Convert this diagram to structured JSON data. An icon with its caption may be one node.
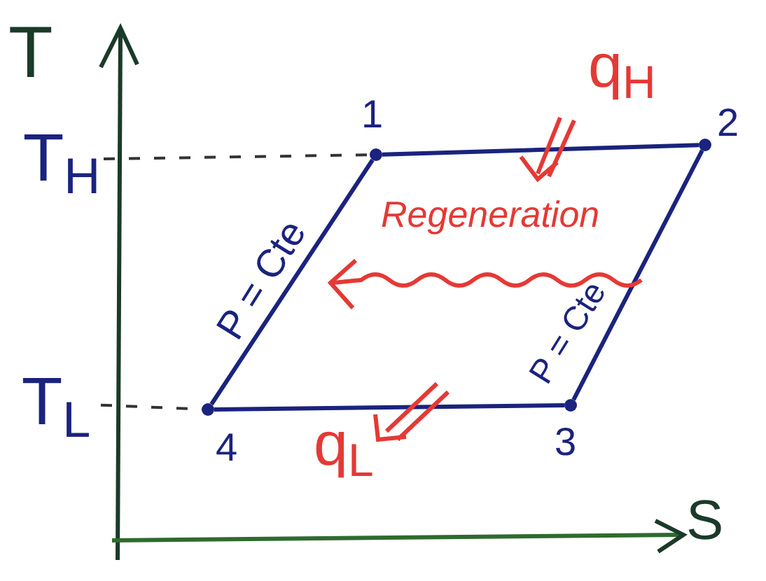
{
  "diagram": {
    "nodes": [
      {
        "text": [
          "T$_{H}$"
        ]
      },
      {
        "text": [],
        "shape": "circle",
        "beside": [
          "1"
        ]
      },
      {
        "text": [],
        "shape": "circle",
        "beside": [
          "2"
        ]
      },
      {
        "text": [
          "T$_{L}$"
        ]
      },
      {
        "text": [],
        "shape": "circle",
        "beside": [
          "4"
        ]
      },
      {
        "text": [],
        "shape": "circle",
        "beside": [
          "3"
        ]
      }
    ],
    "edges": [
      {
        "from": 1,
        "to": 2,
        "arrow": "none"
      },
      {
        "from": 2,
        "to": 5,
        "arrow": "none"
      },
      {
        "from": 5,
        "to": 4,
        "arrow": "none"
      },
      {
        "from": 4,
        "to": 1,
        "arrow": "none"
      },
      {
        "from": 0,
        "to": 1,
        "arrow": "none",
        "style": "dashed",
        "color": "#333333"
      },
      {
        "from": 3,
        "to": 4,
        "arrow": "none",
        "style": "dashed",
        "color": "#333333"
      }
    ],
    "labels": [
      "T",
      "q$_{H}$",
      "Regeneration",
      "P = Cte",
      "P = Cte",
      "q$_{L}$",
      "S"
    ]
  }
}
